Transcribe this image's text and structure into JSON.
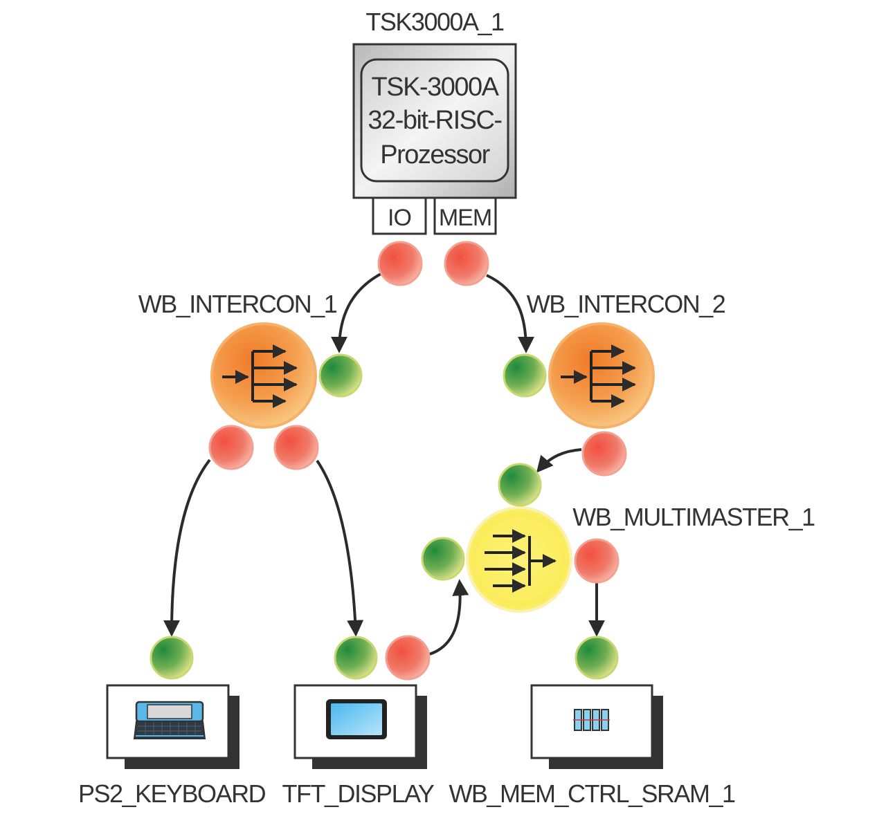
{
  "diagram": {
    "processor": {
      "instance_label": "TSK3000A_1",
      "title_lines": [
        "TSK-3000A",
        "32-bit-RISC-",
        "Prozessor"
      ],
      "ports": [
        "IO",
        "MEM"
      ]
    },
    "interconnects": [
      {
        "id": "intercon1",
        "label": "WB_INTERCON_1",
        "type": "interconnect",
        "color": "#f08a30"
      },
      {
        "id": "intercon2",
        "label": "WB_INTERCON_2",
        "type": "interconnect",
        "color": "#f08a30"
      }
    ],
    "multimaster": {
      "id": "multimaster1",
      "label": "WB_MULTIMASTER_1",
      "type": "multimaster",
      "color": "#f8e830"
    },
    "peripherals": [
      {
        "id": "keyboard",
        "label": "PS2_KEYBOARD",
        "icon": "keyboard-icon"
      },
      {
        "id": "display",
        "label": "TFT_DISPLAY",
        "icon": "display-icon"
      },
      {
        "id": "sram",
        "label": "WB_MEM_CTRL_SRAM_1",
        "icon": "memory-chip-icon"
      }
    ],
    "port_colors": {
      "master": "#e8504a",
      "slave": "#3c9a3c"
    },
    "connections": [
      {
        "from": "TSK3000A_1.IO",
        "to": "WB_INTERCON_1"
      },
      {
        "from": "TSK3000A_1.MEM",
        "to": "WB_INTERCON_2"
      },
      {
        "from": "WB_INTERCON_1",
        "to": "PS2_KEYBOARD"
      },
      {
        "from": "WB_INTERCON_1",
        "to": "TFT_DISPLAY"
      },
      {
        "from": "WB_INTERCON_2",
        "to": "WB_MULTIMASTER_1"
      },
      {
        "from": "TFT_DISPLAY",
        "to": "WB_MULTIMASTER_1"
      },
      {
        "from": "WB_MULTIMASTER_1",
        "to": "WB_MEM_CTRL_SRAM_1"
      }
    ]
  }
}
